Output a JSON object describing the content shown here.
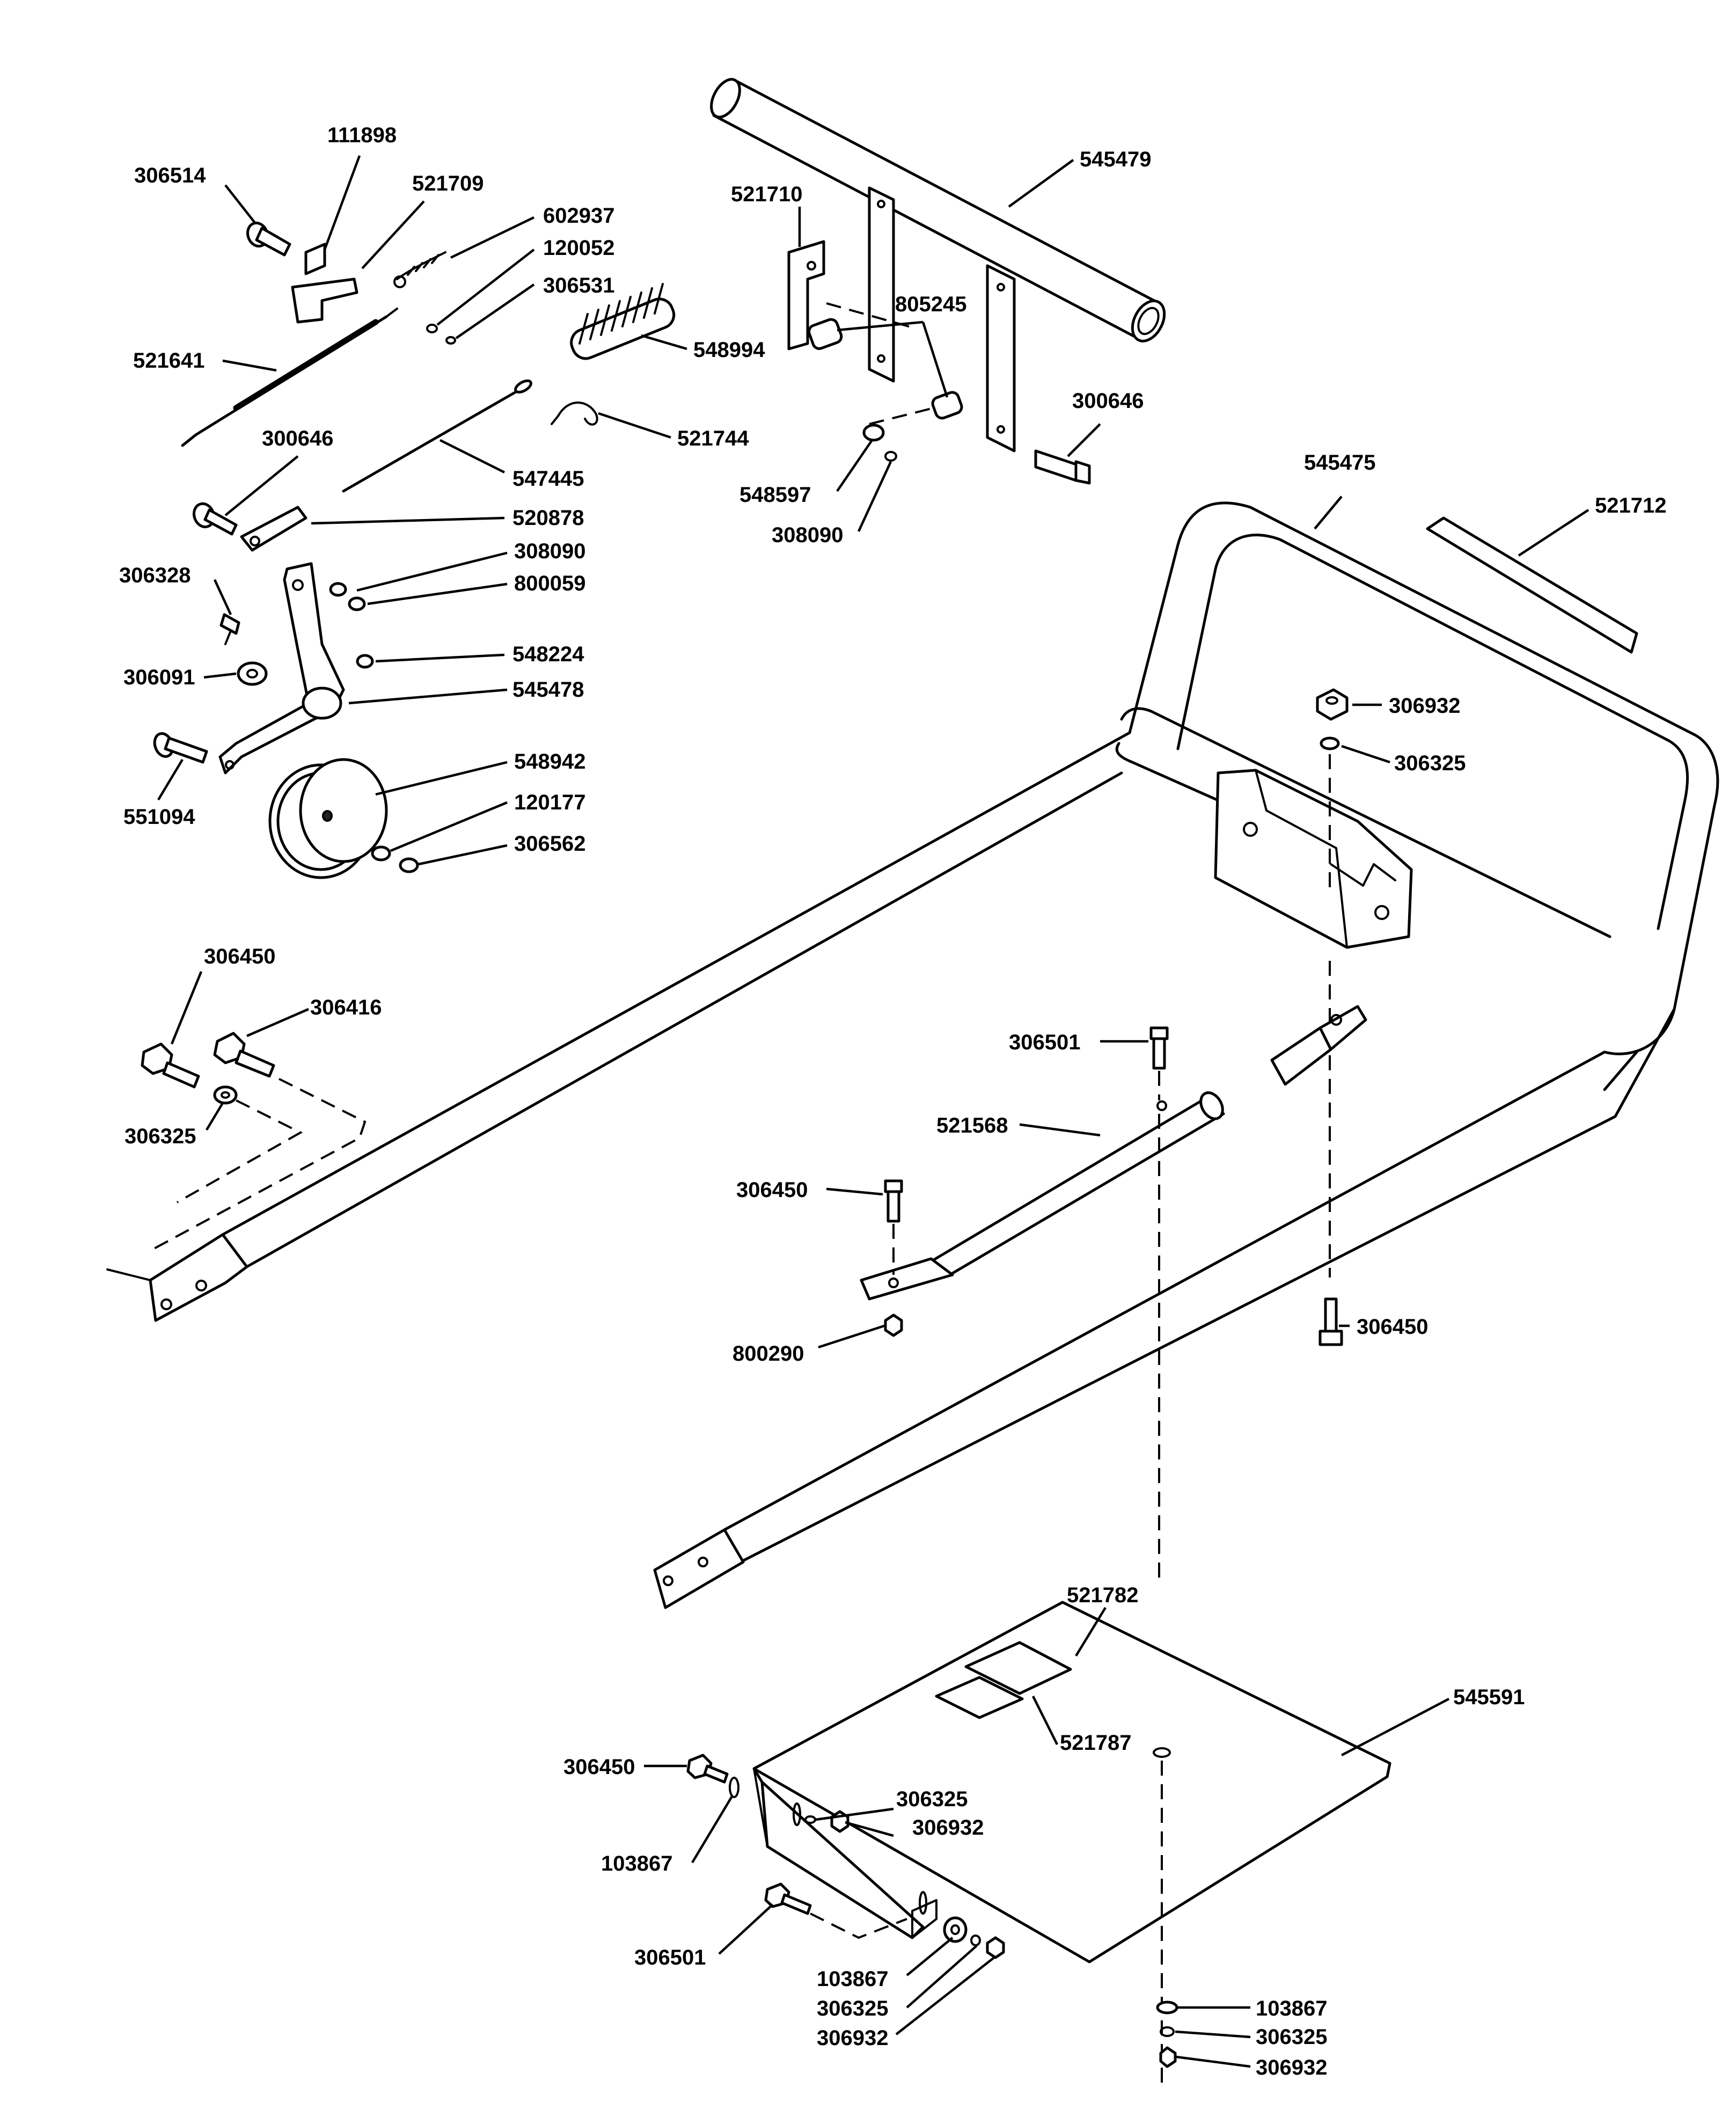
{
  "labels": [
    {
      "id": "l-306514-a",
      "text": "306514"
    },
    {
      "id": "l-111898",
      "text": "111898"
    },
    {
      "id": "l-521709",
      "text": "521709"
    },
    {
      "id": "l-602937",
      "text": "602937"
    },
    {
      "id": "l-120052",
      "text": "120052"
    },
    {
      "id": "l-306531",
      "text": "306531"
    },
    {
      "id": "l-521641",
      "text": "521641"
    },
    {
      "id": "l-548994",
      "text": "548994"
    },
    {
      "id": "l-521744",
      "text": "521744"
    },
    {
      "id": "l-300646-a",
      "text": "300646"
    },
    {
      "id": "l-547445",
      "text": "547445"
    },
    {
      "id": "l-520878",
      "text": "520878"
    },
    {
      "id": "l-308090-a",
      "text": "308090"
    },
    {
      "id": "l-800059",
      "text": "800059"
    },
    {
      "id": "l-306328",
      "text": "306328"
    },
    {
      "id": "l-548224",
      "text": "548224"
    },
    {
      "id": "l-306091",
      "text": "306091"
    },
    {
      "id": "l-545478",
      "text": "545478"
    },
    {
      "id": "l-548942",
      "text": "548942"
    },
    {
      "id": "l-551094",
      "text": "551094"
    },
    {
      "id": "l-120177",
      "text": "120177"
    },
    {
      "id": "l-306562",
      "text": "306562"
    },
    {
      "id": "l-521710",
      "text": "521710"
    },
    {
      "id": "l-545479",
      "text": "545479"
    },
    {
      "id": "l-805245",
      "text": "805245"
    },
    {
      "id": "l-300646-b",
      "text": "300646"
    },
    {
      "id": "l-548597",
      "text": "548597"
    },
    {
      "id": "l-308090-b",
      "text": "308090"
    },
    {
      "id": "l-545475",
      "text": "545475"
    },
    {
      "id": "l-521712",
      "text": "521712"
    },
    {
      "id": "l-306932-a",
      "text": "306932"
    },
    {
      "id": "l-306325-a",
      "text": "306325"
    },
    {
      "id": "l-306450-a",
      "text": "306450"
    },
    {
      "id": "l-306416",
      "text": "306416"
    },
    {
      "id": "l-306325-b",
      "text": "306325"
    },
    {
      "id": "l-306501-a",
      "text": "306501"
    },
    {
      "id": "l-521568",
      "text": "521568"
    },
    {
      "id": "l-306450-b",
      "text": "306450"
    },
    {
      "id": "l-800290",
      "text": "800290"
    },
    {
      "id": "l-306450-c",
      "text": "306450"
    },
    {
      "id": "l-521782",
      "text": "521782"
    },
    {
      "id": "l-545591",
      "text": "545591"
    },
    {
      "id": "l-521787",
      "text": "521787"
    },
    {
      "id": "l-306450-d",
      "text": "306450"
    },
    {
      "id": "l-306325-c",
      "text": "306325"
    },
    {
      "id": "l-306932-b",
      "text": "306932"
    },
    {
      "id": "l-103867-a",
      "text": "103867"
    },
    {
      "id": "l-306501-b",
      "text": "306501"
    },
    {
      "id": "l-103867-b",
      "text": "103867"
    },
    {
      "id": "l-306325-d",
      "text": "306325"
    },
    {
      "id": "l-306932-c",
      "text": "306932"
    },
    {
      "id": "l-103867-c",
      "text": "103867"
    },
    {
      "id": "l-306325-e",
      "text": "306325"
    },
    {
      "id": "l-306932-d",
      "text": "306932"
    }
  ]
}
